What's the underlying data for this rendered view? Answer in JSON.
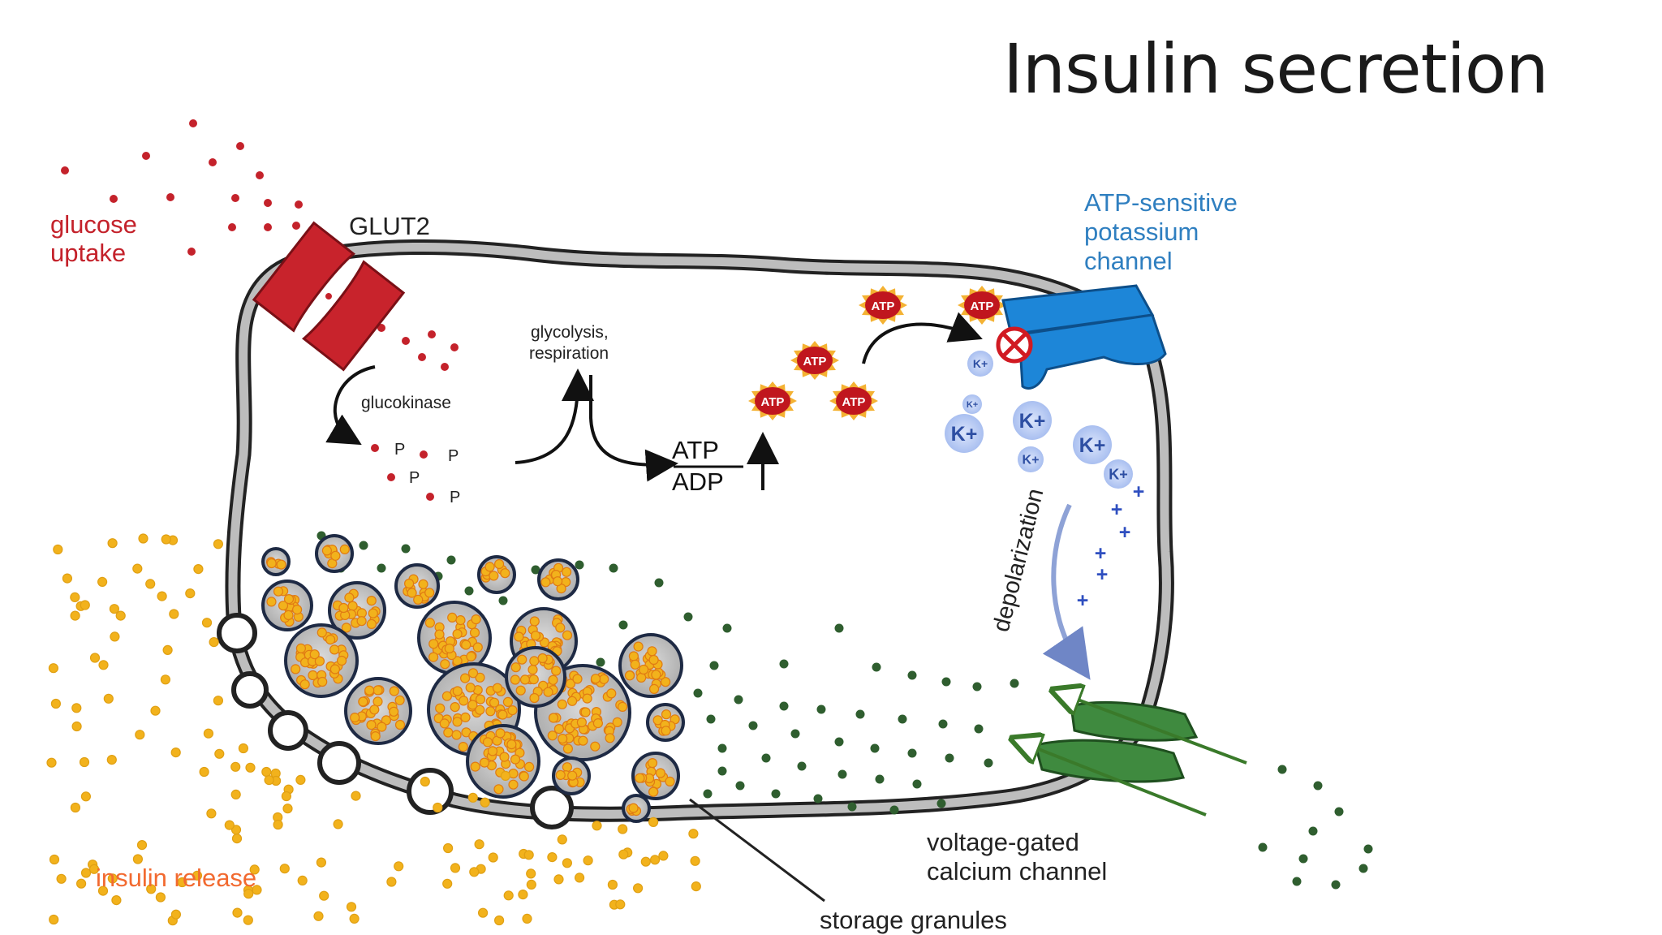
{
  "slide": {
    "title": "Insulin secretion"
  },
  "labels": {
    "glucose_uptake_1": "glucose",
    "glucose_uptake_2": "uptake",
    "glut2": "GLUT2",
    "glucokinase": "glucokinase",
    "phosphate": "P",
    "glycolysis_1": "glycolysis,",
    "glycolysis_2": "respiration",
    "ratio_top": "ATP",
    "ratio_bottom": "ADP",
    "atp": "ATP",
    "katp_1": "ATP-sensitive",
    "katp_2": "potassium",
    "katp_3": "channel",
    "k_ion": "K+",
    "plus": "+",
    "depolarization": "depolarization",
    "vgcc_1": "voltage-gated",
    "vgcc_2": "calcium channel",
    "storage_granules": "storage granules",
    "insulin_release": "insulin release"
  },
  "colors": {
    "glucose": "#c4222b",
    "glut2": "#c8232c",
    "katp_label": "#2f7fc0",
    "katp_channel": "#1d86d8",
    "k_ion": "#2e4fa3",
    "calcium": "#2f5e2f",
    "vgcc": "#3f8a3f",
    "insulin": "#f2b21c",
    "insulin_label": "#f26a30",
    "membrane": "#b8b8b8"
  }
}
